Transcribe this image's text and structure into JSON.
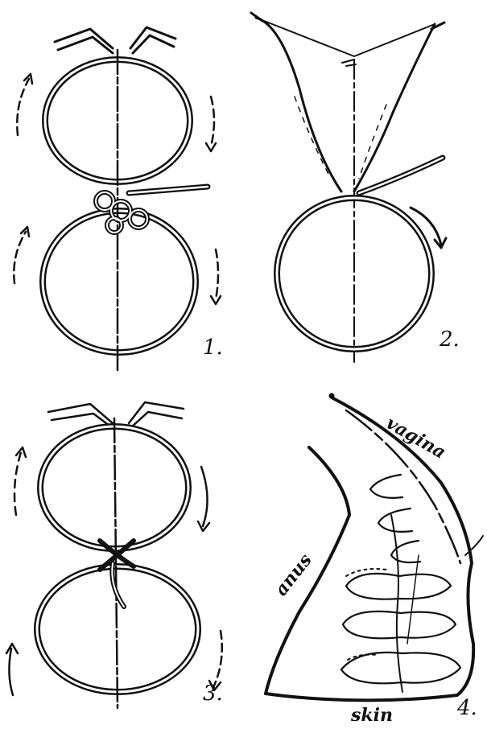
{
  "figure": {
    "ink_color": "#111111",
    "background": "#ffffff",
    "panels": [
      {
        "number": "1.",
        "content": "figure-of-eight suture, knot tied"
      },
      {
        "number": "2.",
        "content": "single loop suture under tissue"
      },
      {
        "number": "3.",
        "content": "figure-of-eight suture, crossed"
      },
      {
        "number": "4.",
        "content": "perineal repair with sutures"
      }
    ],
    "labels": {
      "vagina": "vagina",
      "anus": "anus",
      "skin": "skin"
    }
  }
}
